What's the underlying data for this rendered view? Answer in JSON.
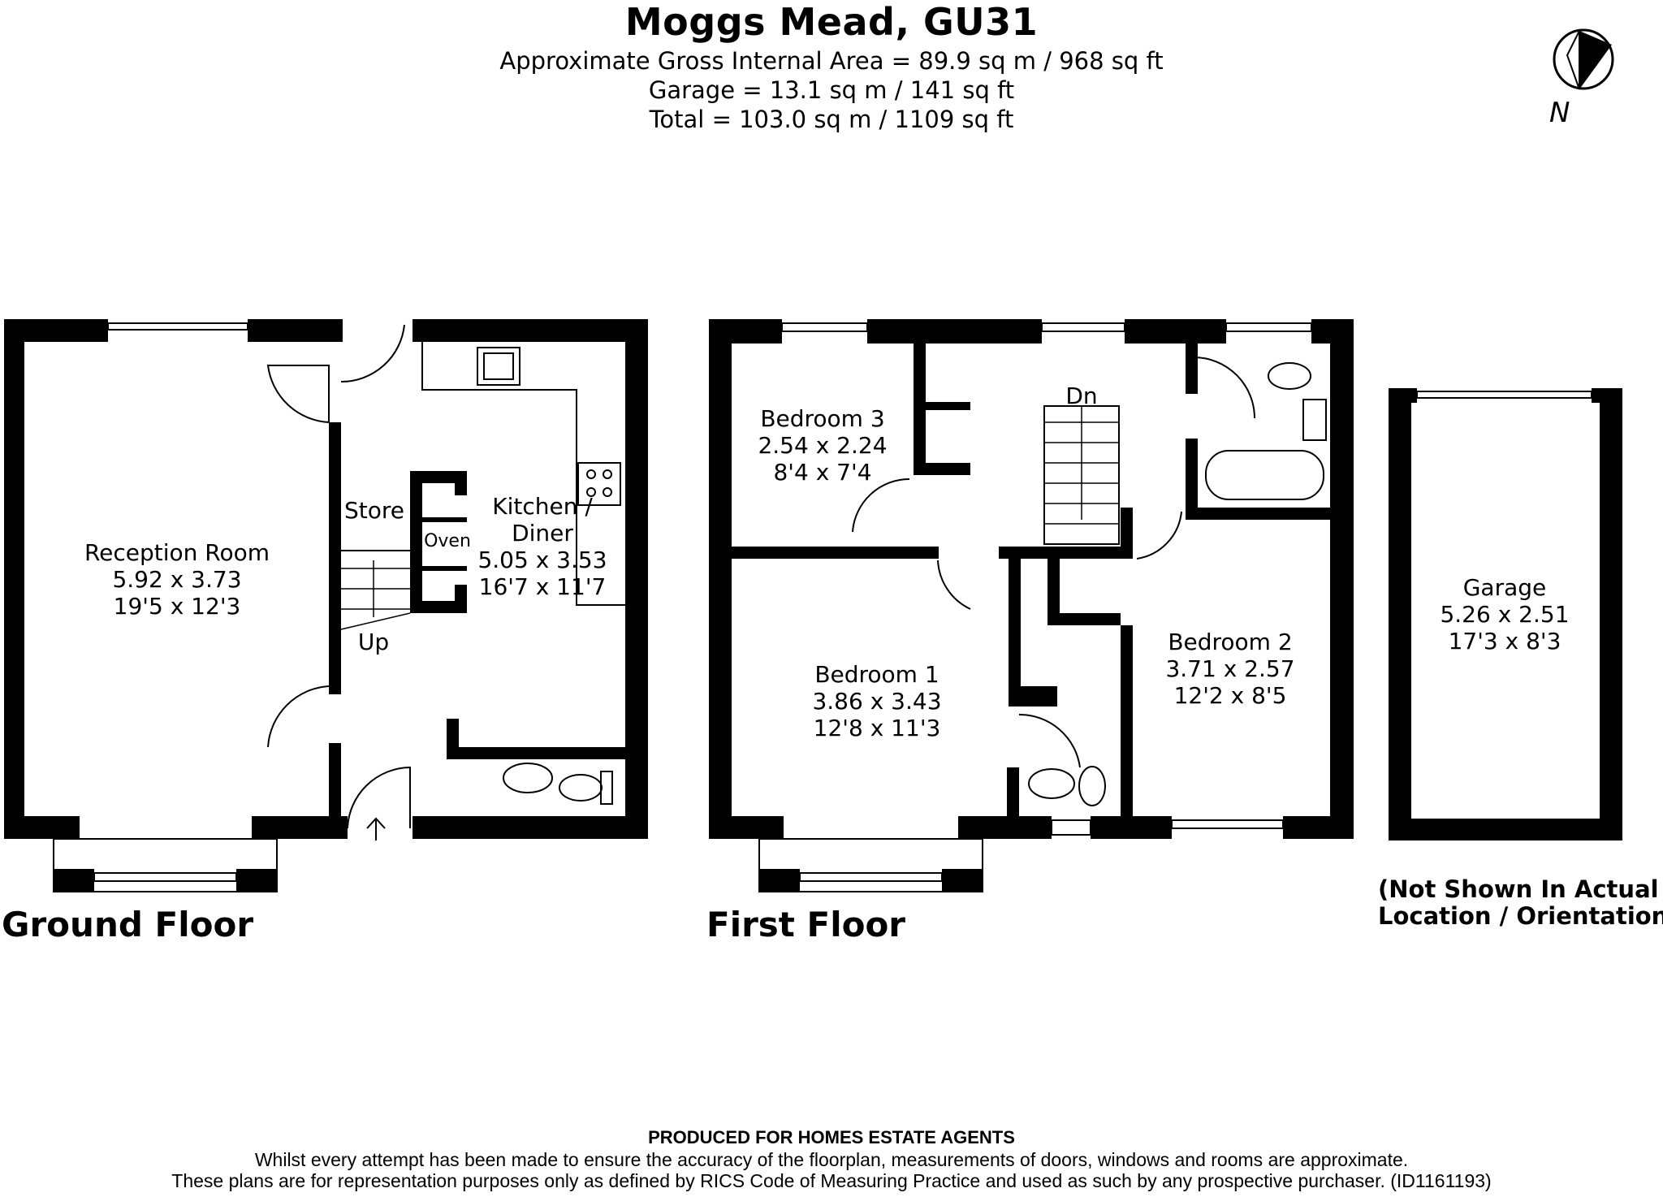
{
  "header": {
    "title": "Moggs Mead, GU31",
    "area_line": "Approximate Gross Internal Area = 89.9 sq m / 968 sq ft",
    "garage_line": "Garage = 13.1 sq m / 141 sq ft",
    "total_line": "Total = 103.0 sq m / 1109 sq ft"
  },
  "compass": {
    "letter": "N"
  },
  "ground_floor": {
    "label": "Ground Floor",
    "reception": {
      "name": "Reception Room",
      "metric": "5.92 x 3.73",
      "imperial": "19'5 x 12'3"
    },
    "store": "Store",
    "oven": "Oven",
    "up": "Up",
    "kitchen": {
      "name_1": "Kitchen /",
      "name_2": "Diner",
      "metric": "5.05 x 3.53",
      "imperial": "16'7 x 11'7"
    }
  },
  "first_floor": {
    "label": "First Floor",
    "dn": "Dn",
    "bedroom3": {
      "name": "Bedroom 3",
      "metric": "2.54 x 2.24",
      "imperial": "8'4 x 7'4"
    },
    "bedroom1": {
      "name": "Bedroom 1",
      "metric": "3.86 x 3.43",
      "imperial": "12'8 x 11'3"
    },
    "bedroom2": {
      "name": "Bedroom 2",
      "metric": "3.71 x 2.57",
      "imperial": "12'2 x 8'5"
    }
  },
  "garage": {
    "name": "Garage",
    "metric": "5.26 x 2.51",
    "imperial": "17'3 x 8'3",
    "note_1": "(Not Shown In Actual",
    "note_2": "Location / Orientation)"
  },
  "footer": {
    "heading": "PRODUCED FOR HOMES ESTATE AGENTS",
    "line1": "Whilst every attempt has been made to ensure the accuracy of the floorplan, measurements of doors, windows and rooms are approximate.",
    "line2": "These plans are for representation purposes only as defined by RICS Code of Measuring Practice and used as such by any prospective purchaser. (ID1161193)"
  }
}
